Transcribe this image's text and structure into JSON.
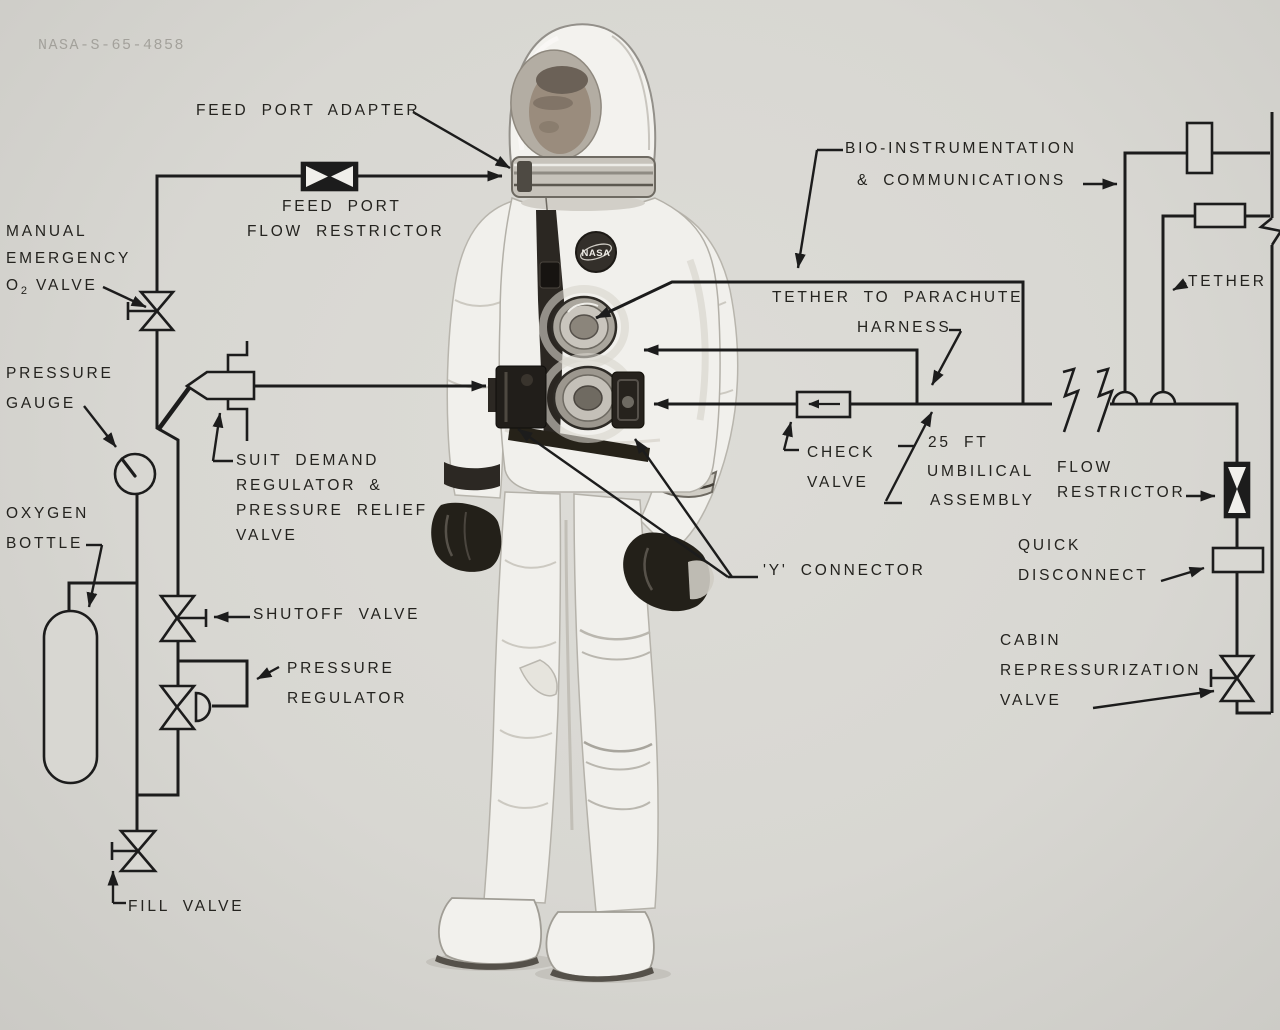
{
  "colors": {
    "background": "#d8d7d2",
    "line": "#1c1c1c",
    "text": "#24231f",
    "faint_id": "#a3a19b"
  },
  "photo_id": "NASA-S-65-4858",
  "astronaut": {
    "patch_text": "NASA"
  },
  "labels": {
    "feed_port_adapter": "FEED PORT ADAPTER",
    "feed_port_flow_restrictor": [
      "FEED PORT",
      "FLOW RESTRICTOR"
    ],
    "manual_emergency_o2_valve": {
      "l1": "MANUAL",
      "l2": "EMERGENCY",
      "o": "O",
      "sub": "2",
      "rest": "VALVE"
    },
    "pressure_gauge": [
      "PRESSURE",
      "GAUGE"
    ],
    "oxygen_bottle": [
      "OXYGEN",
      "BOTTLE"
    ],
    "suit_demand_regulator": [
      "SUIT DEMAND",
      "REGULATOR &",
      "PRESSURE RELIEF",
      "VALVE"
    ],
    "shutoff_valve": "SHUTOFF VALVE",
    "pressure_regulator": [
      "PRESSURE",
      "REGULATOR"
    ],
    "fill_valve": "FILL VALVE",
    "bio_instrumentation": [
      "BIO-INSTRUMENTATION",
      "& COMMUNICATIONS"
    ],
    "tether_to_parachute": [
      "TETHER TO PARACHUTE",
      "HARNESS"
    ],
    "tether": "TETHER",
    "check_valve": [
      "CHECK",
      "VALVE"
    ],
    "umbilical_assembly": [
      "25 FT",
      "UMBILICAL",
      "ASSEMBLY"
    ],
    "flow_restrictor": [
      "FLOW",
      "RESTRICTOR"
    ],
    "quick_disconnect": [
      "QUICK",
      "DISCONNECT"
    ],
    "cabin_repressurization": [
      "CABIN",
      "REPRESSURIZATION",
      "VALVE"
    ],
    "y_connector": "'Y' CONNECTOR"
  }
}
